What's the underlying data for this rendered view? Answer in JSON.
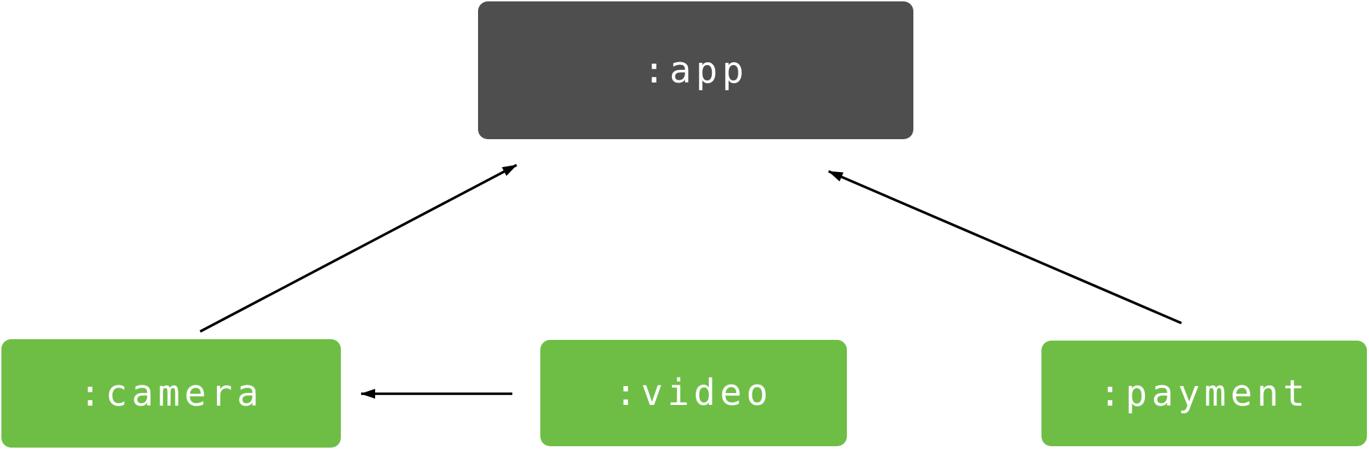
{
  "diagram": {
    "background_color": "#ffffff",
    "arrow_color": "#000000",
    "nodes": [
      {
        "id": "app",
        "label": ":app",
        "fill_color": "#4e4e4e",
        "text_color": "#ffffff"
      },
      {
        "id": "camera",
        "label": ":camera",
        "fill_color": "#6ebe46",
        "text_color": "#ffffff"
      },
      {
        "id": "video",
        "label": ":video",
        "fill_color": "#6ebe46",
        "text_color": "#ffffff"
      },
      {
        "id": "payment",
        "label": ":payment",
        "fill_color": "#6ebe46",
        "text_color": "#ffffff"
      }
    ],
    "edges": [
      {
        "from": "camera",
        "to": "app"
      },
      {
        "from": "payment",
        "to": "app"
      },
      {
        "from": "video",
        "to": "camera"
      }
    ]
  }
}
